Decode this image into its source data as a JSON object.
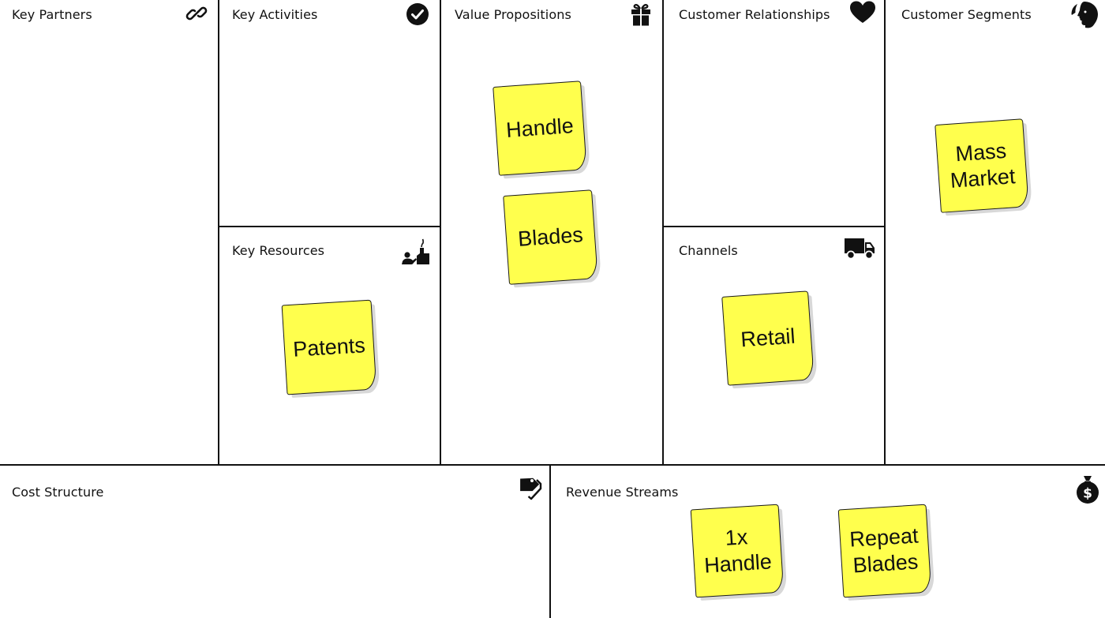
{
  "canvas": {
    "blocks": [
      {
        "id": "key-partners",
        "title": "Key Partners",
        "icon": "link-icon"
      },
      {
        "id": "key-activities",
        "title": "Key Activities",
        "icon": "check-circle-icon"
      },
      {
        "id": "value-propositions",
        "title": "Value Propositions",
        "icon": "gift-icon"
      },
      {
        "id": "customer-relationships",
        "title": "Customer Relationships",
        "icon": "heart-icon"
      },
      {
        "id": "customer-segments",
        "title": "Customer Segments",
        "icon": "face-profile-icon"
      },
      {
        "id": "key-resources",
        "title": "Key Resources",
        "icon": "factory-worker-icon"
      },
      {
        "id": "channels",
        "title": "Channels",
        "icon": "truck-icon"
      },
      {
        "id": "cost-structure",
        "title": "Cost Structure",
        "icon": "price-tag-icon"
      },
      {
        "id": "revenue-streams",
        "title": "Revenue Streams",
        "icon": "money-bag-icon"
      }
    ],
    "stickies": [
      {
        "block": "value-propositions",
        "text": "Handle"
      },
      {
        "block": "value-propositions",
        "text": "Blades"
      },
      {
        "block": "customer-segments",
        "text": "Mass\nMarket"
      },
      {
        "block": "key-resources",
        "text": "Patents"
      },
      {
        "block": "channels",
        "text": "Retail"
      },
      {
        "block": "revenue-streams",
        "text": "1x\nHandle"
      },
      {
        "block": "revenue-streams",
        "text": "Repeat\nBlades"
      }
    ],
    "sticky_color": "#ffff4d",
    "line_color": "#111111"
  }
}
